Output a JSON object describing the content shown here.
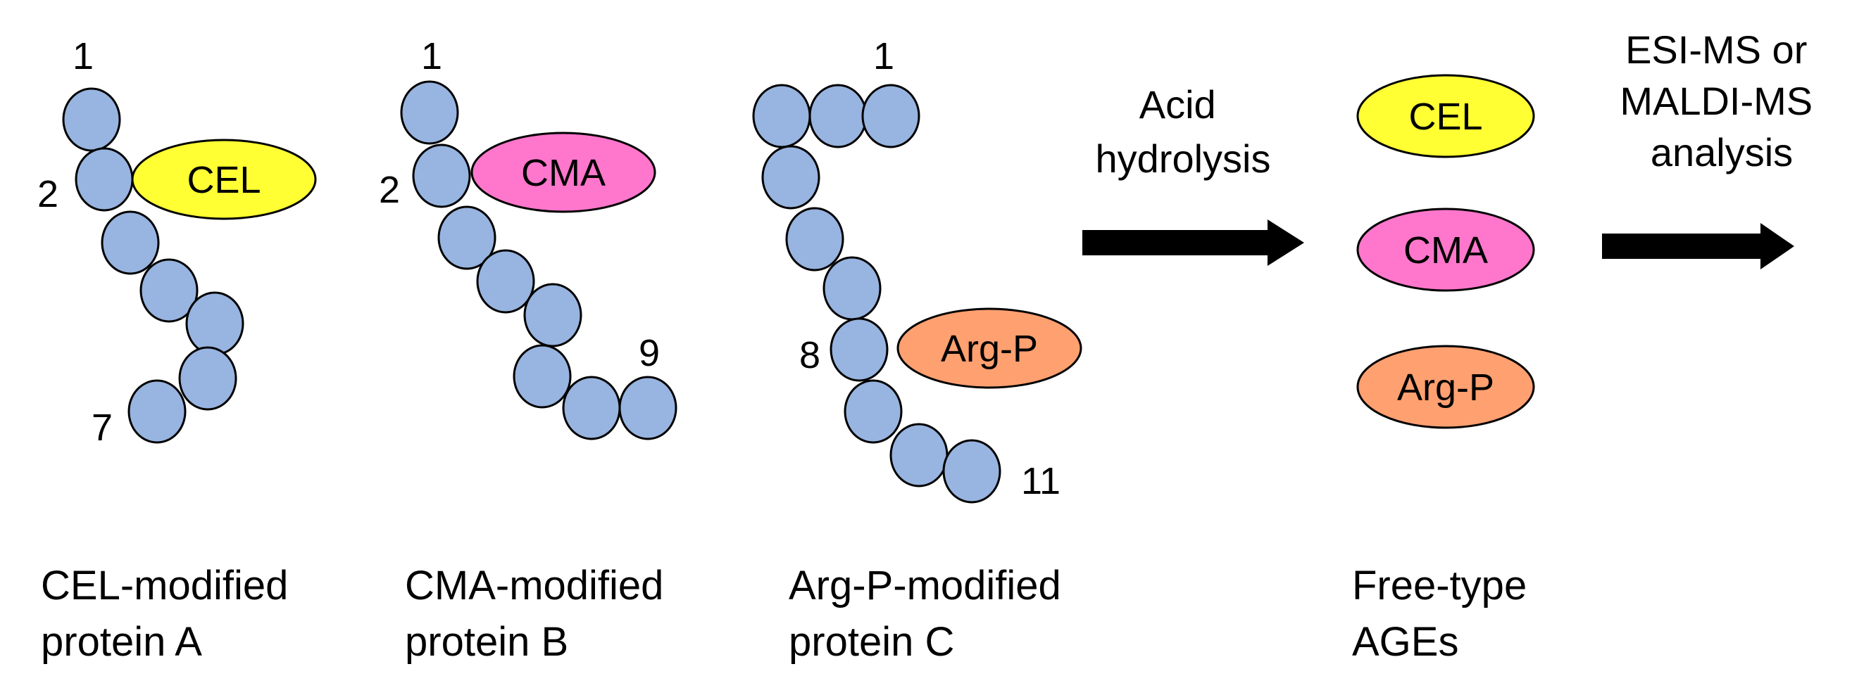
{
  "colors": {
    "bead": "#98b4e0",
    "outline": "#000000",
    "arrow": "#000000",
    "CEL": "#ffff33",
    "CMA": "#ff77cc",
    "Arg-P": "#ffa070"
  },
  "proteins": [
    {
      "id": "protein-a",
      "labels": [
        "1",
        "2",
        "7"
      ],
      "modification": "CEL",
      "caption": [
        "CEL-modified",
        "protein A"
      ]
    },
    {
      "id": "protein-b",
      "labels": [
        "1",
        "2",
        "9"
      ],
      "modification": "CMA",
      "caption": [
        "CMA-modified",
        "protein B"
      ]
    },
    {
      "id": "protein-c",
      "labels": [
        "1",
        "8",
        "11"
      ],
      "modification": "Arg-P",
      "caption": [
        "Arg-P-modified",
        "protein C"
      ]
    }
  ],
  "step1": {
    "label": [
      "Acid",
      "hydrolysis"
    ]
  },
  "free_ages": {
    "items": [
      "CEL",
      "CMA",
      "Arg-P"
    ],
    "caption": [
      "Free-type",
      "AGEs"
    ]
  },
  "step2": {
    "label": [
      "ESI-MS or",
      "MALDI-MS",
      "analysis"
    ]
  }
}
